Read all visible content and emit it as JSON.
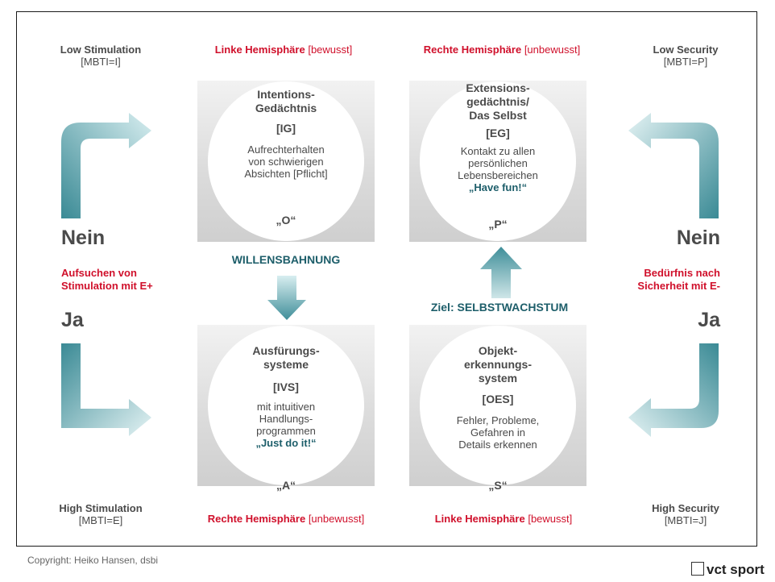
{
  "corners": {
    "top_left": {
      "title": "Low Stimulation",
      "sub": "[MBTI=I]"
    },
    "top_right": {
      "title": "Low Security",
      "sub": "[MBTI=P]"
    },
    "bottom_left": {
      "title": "High Stimulation",
      "sub": "[MBTI=E]"
    },
    "bottom_right": {
      "title": "High Security",
      "sub": "[MBTI=J]"
    }
  },
  "hemispheres": {
    "top_left": {
      "main": "Linke Hemisphäre",
      "paren": "[bewusst]"
    },
    "top_right": {
      "main": "Rechte Hemisphäre",
      "paren": "[unbewusst]"
    },
    "bottom_left": {
      "main": "Rechte Hemisphäre",
      "paren": "[unbewusst]"
    },
    "bottom_right": {
      "main": "Linke Hemisphäre",
      "paren": "[bewusst]"
    }
  },
  "sides": {
    "left": {
      "no": "Nein",
      "red_line1": "Aufsuchen von",
      "red_line2": "Stimulation mit E+",
      "yes": "Ja"
    },
    "right": {
      "no": "Nein",
      "red_line1": "Bedürfnis nach",
      "red_line2": "Sicherheit mit E-",
      "yes": "Ja"
    }
  },
  "systems": {
    "ig": {
      "title1": "Intentions-",
      "title2": "Gedächtnis",
      "code": "[IG]",
      "desc": [
        "Aufrechterhalten",
        "von schwierigen",
        "Absichten [Pflicht]"
      ],
      "letter": "„O“"
    },
    "eg": {
      "title1": "Extensions-",
      "title2": "gedächtnis/",
      "title3": "Das Selbst",
      "code": "[EG]",
      "desc": [
        "Kontakt zu allen",
        "persönlichen",
        "Lebensbereichen"
      ],
      "highlight": "„Have fun!“",
      "letter": "„P“"
    },
    "ivs": {
      "title1": "Ausfürungs-",
      "title2": "systeme",
      "code": "[IVS]",
      "desc": [
        "mit intuitiven",
        "Handlungs-",
        "programmen"
      ],
      "highlight": "„Just do it!“",
      "letter": "„A“"
    },
    "oes": {
      "title1": "Objekt-",
      "title2": "erkennungs-",
      "title3": "system",
      "code": "[OES]",
      "desc": [
        "Fehler, Probleme,",
        "Gefahren in",
        "Details erkennen"
      ],
      "letter": "„S“"
    }
  },
  "arrows": {
    "willensbahnung": "WILLENSBAHNUNG",
    "ziel": "Ziel: SELBSTWACHSTUM"
  },
  "footer": {
    "copyright": "Copyright: Heiko Hansen, dsbi",
    "logo": "vct sport"
  },
  "colors": {
    "red": "#d0102b",
    "teal": "#1d5e6a",
    "arrow_dark": "#3f8e99",
    "arrow_light": "#d8eef0"
  }
}
